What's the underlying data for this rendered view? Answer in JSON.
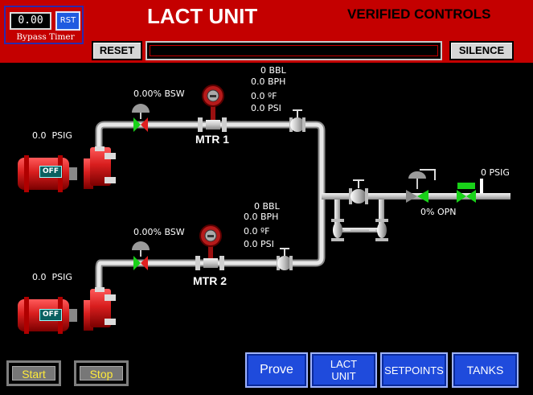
{
  "header": {
    "title": "LACT UNIT",
    "company": "VERIFIED CONTROLS",
    "reset_label": "RESET",
    "silence_label": "SILENCE",
    "alarm_text": ""
  },
  "bypass_timer": {
    "value": "0.00",
    "reset_label": "RST",
    "label": "Bypass Timer"
  },
  "meter1": {
    "name": "MTR 1",
    "bsw_value": "0.00",
    "bsw_unit": "% BSW",
    "bbl_value": "0",
    "bbl_unit": "BBL",
    "bph_value": "0.0",
    "bph_unit": "BPH",
    "temp_value": "0.0",
    "temp_unit": "ºF",
    "psi_value": "0.0",
    "psi_unit": "PSI"
  },
  "meter2": {
    "name": "MTR 2",
    "bsw_value": "0.00",
    "bsw_unit": "% BSW",
    "bbl_value": "0",
    "bbl_unit": "BBL",
    "bph_value": "0.0",
    "bph_unit": "BPH",
    "temp_value": "0.0",
    "temp_unit": "ºF",
    "psi_value": "0.0",
    "psi_unit": "PSI"
  },
  "pump1": {
    "pressure": "0.0",
    "pressure_unit": "PSIG",
    "status": "OFF"
  },
  "pump2": {
    "pressure": "0.0",
    "pressure_unit": "PSIG",
    "status": "OFF"
  },
  "outlet": {
    "pressure": "0",
    "pressure_unit": "PSIG",
    "valve_open": "0",
    "valve_open_unit": "% OPN"
  },
  "controls": {
    "start_label": "Start",
    "stop_label": "Stop"
  },
  "nav": {
    "prove_label": "Prove",
    "lact_label_1": "LACT",
    "lact_label_2": "UNIT",
    "setpoints_label": "SETPOINTS",
    "tanks_label": "TANKS"
  },
  "colors": {
    "header_red": "#c40000",
    "pipe_gray": "#d8d8d8",
    "pump_red": "#d81e1e",
    "valve_green": "#19d119",
    "nav_blue": "#1f4bdc",
    "button_text_yellow": "#ffeb3b"
  }
}
